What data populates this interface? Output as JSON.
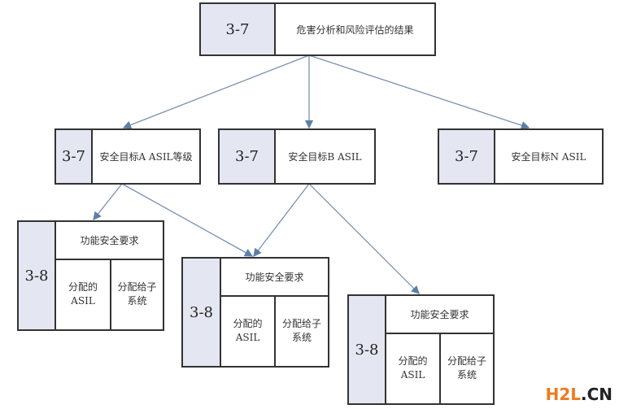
{
  "top": {
    "label": "3-7",
    "text": "危害分析和风险评估的结果"
  },
  "goals": [
    {
      "label": "3-7",
      "text": "安全目标A ASIL等级"
    },
    {
      "label": "3-7",
      "text": "安全目标B ASIL"
    },
    {
      "label": "3-7",
      "text": "安全目标N ASIL"
    }
  ],
  "requirements": [
    {
      "label": "3-8",
      "header": "功能安全要求",
      "left": "分配的 ASIL",
      "right": "分配给子 系统"
    },
    {
      "label": "3-8",
      "header": "功能安全要求",
      "left": "分配的 ASIL",
      "right": "分配给子 系统"
    },
    {
      "label": "3-8",
      "header": "功能安全要求",
      "left": "分配的 ASIL",
      "right": "分配给子 系统"
    }
  ],
  "watermark": {
    "brand": "H2L",
    "suffix": ".CN",
    "brand_color": "#f07a1e",
    "suffix_color": "#222222"
  },
  "colors": {
    "arrow": "#5b7fa8",
    "label_fill": "#e4e7f2"
  }
}
